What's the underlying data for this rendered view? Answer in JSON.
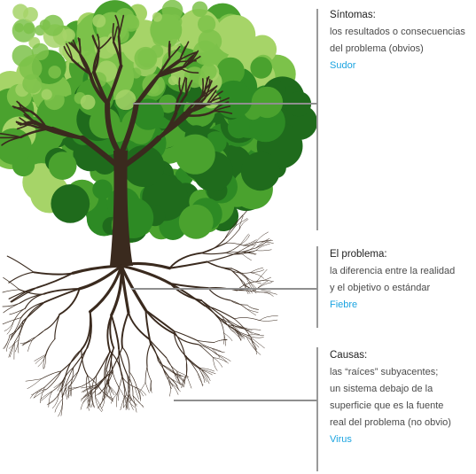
{
  "accent_color": "#1aa3e0",
  "image": {
    "name": "tree-with-roots-icon",
    "foliage_colors": [
      "#1f6b1c",
      "#2d8a24",
      "#4aa22e",
      "#7cc24a",
      "#a6d468"
    ],
    "trunk_color": "#3a2a1e"
  },
  "sections": [
    {
      "title": "Síntomas:",
      "lines": [
        "los resultados o consecuencias",
        "del problema (obvios)"
      ],
      "example": "Sudor"
    },
    {
      "title": "El problema:",
      "lines": [
        "la diferencia entre la realidad",
        "y el objetivo o estándar"
      ],
      "example": "Fiebre"
    },
    {
      "title": "Causas:",
      "lines": [
        "las “raíces” subyacentes;",
        "un sistema debajo de la",
        "superficie que es la fuente",
        "real del problema (no obvio)"
      ],
      "example": "Virus"
    }
  ]
}
